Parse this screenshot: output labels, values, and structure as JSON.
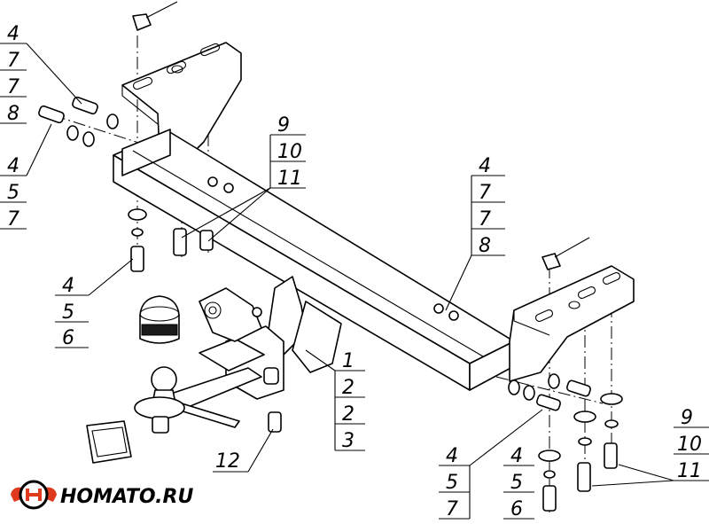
{
  "callouts": {
    "left_top": [
      "4",
      "7",
      "7",
      "8"
    ],
    "left_mid": [
      "4",
      "5",
      "7"
    ],
    "left_low": [
      "4",
      "5",
      "6"
    ],
    "center_top": [
      "9",
      "10",
      "11"
    ],
    "center_right": [
      "4",
      "7",
      "7",
      "8"
    ],
    "center_low": [
      "1",
      "2",
      "2",
      "3"
    ],
    "part_12": "12",
    "bottom_mid": [
      "4",
      "5",
      "7"
    ],
    "bottom_right_small": [
      "4",
      "5",
      "6"
    ],
    "bottom_right": [
      "9",
      "10",
      "11"
    ]
  },
  "brand": {
    "name": "HOMATO.RU",
    "logo_color": "#e03a1e"
  }
}
